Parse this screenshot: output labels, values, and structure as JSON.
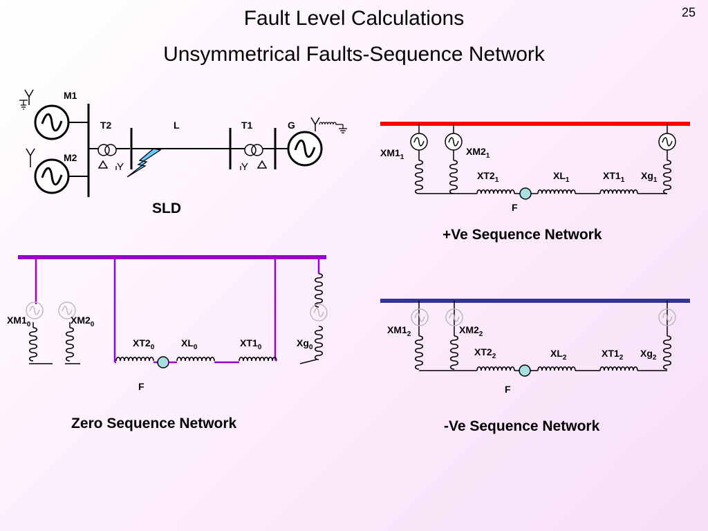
{
  "slide": {
    "title": "Fault Level Calculations",
    "subtitle": "Unsymmetrical Faults-Sequence Network",
    "page_number": "25"
  },
  "sld": {
    "caption": "SLD",
    "labels": {
      "m1": "M1",
      "m2": "M2",
      "t2": "T2",
      "l": "L",
      "t1": "T1",
      "g": "G"
    }
  },
  "positive": {
    "caption": "+Ve Sequence Network",
    "color": "#ff0000",
    "labels": {
      "xm1": "XM1",
      "xm1_sub": "1",
      "xm2": "XM2",
      "xm2_sub": "1",
      "xt2": "XT2",
      "xt2_sub": "1",
      "xl": "XL",
      "xl_sub": "1",
      "xt1": "XT1",
      "xt1_sub": "1",
      "xg": "Xg",
      "xg_sub": "1",
      "f": "F"
    }
  },
  "zero": {
    "caption": "Zero Sequence Network",
    "color": "#9900cc",
    "labels": {
      "xm1": "XM1",
      "xm1_sub": "0",
      "xm2": "XM2",
      "xm2_sub": "0",
      "xt2": "XT2",
      "xt2_sub": "0",
      "xl": "XL",
      "xl_sub": "0",
      "xt1": "XT1",
      "xt1_sub": "0",
      "xg": "Xg",
      "xg_sub": "0",
      "f": "F"
    }
  },
  "negative": {
    "caption": "-Ve Sequence Network",
    "color": "#333399",
    "labels": {
      "xm1": "XM1",
      "xm1_sub": "2",
      "xm2": "XM2",
      "xm2_sub": "2",
      "xt2": "XT2",
      "xt2_sub": "2",
      "xl": "XL",
      "xl_sub": "2",
      "xt1": "XT1",
      "xt1_sub": "2",
      "xg": "Xg",
      "xg_sub": "2",
      "f": "F"
    }
  }
}
